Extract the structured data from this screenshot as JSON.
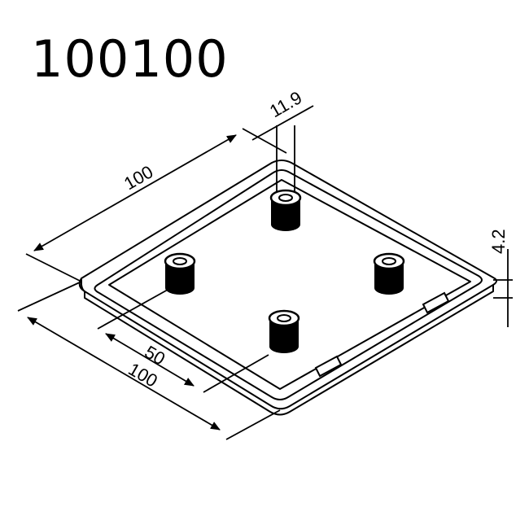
{
  "title": "100100",
  "dimensions": {
    "length_top": "100",
    "stud_diameter": "11.9",
    "thickness": "4.2",
    "half_spacing": "50",
    "length_bottom": "100"
  },
  "colors": {
    "line": "#000000",
    "stud": "#000000",
    "background": "#ffffff"
  }
}
